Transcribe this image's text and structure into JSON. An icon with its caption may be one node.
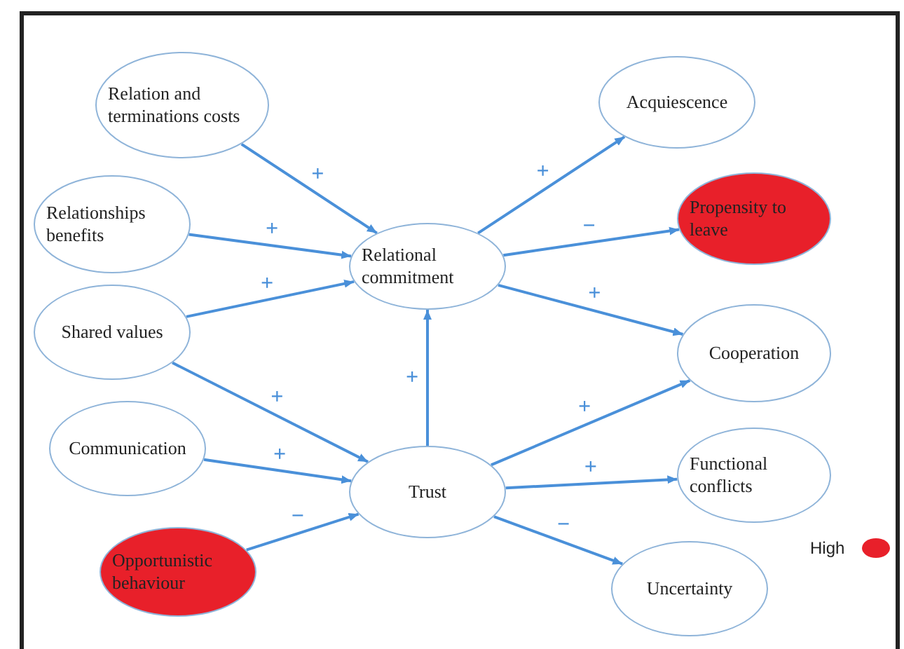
{
  "diagram": {
    "nodes": [
      {
        "text": [
          "Relation and terminations costs"
        ]
      },
      {
        "text": [
          "Relationships benefits"
        ]
      },
      {
        "text": [
          "Shared values"
        ]
      },
      {
        "text": [
          "Communication"
        ]
      },
      {
        "text": [
          "Opportunistic behaviour"
        ]
      },
      {
        "text": [
          "Relational commitment"
        ]
      },
      {
        "text": [
          "Trust"
        ]
      },
      {
        "text": [
          "Acquiescence"
        ]
      },
      {
        "text": [
          "Propensity to leave"
        ]
      },
      {
        "text": [
          "Cooperation"
        ]
      },
      {
        "text": [
          "Functional conflicts"
        ]
      },
      {
        "text": [
          "Uncertainty"
        ]
      }
    ],
    "edges": [
      {
        "from": 0,
        "to": 5,
        "arrow": "to",
        "label": "+"
      },
      {
        "from": 1,
        "to": 5,
        "arrow": "to",
        "label": "+"
      },
      {
        "from": 2,
        "to": 5,
        "arrow": "to",
        "label": "+"
      },
      {
        "from": 2,
        "to": 6,
        "arrow": "to",
        "label": "+"
      },
      {
        "from": 3,
        "to": 6,
        "arrow": "to",
        "label": "+"
      },
      {
        "from": 4,
        "to": 6,
        "arrow": "to",
        "label": "−"
      },
      {
        "from": 6,
        "to": 5,
        "arrow": "to",
        "label": "+"
      },
      {
        "from": 5,
        "to": 7,
        "arrow": "to",
        "label": "+"
      },
      {
        "from": 5,
        "to": 8,
        "arrow": "to",
        "label": "−"
      },
      {
        "from": 5,
        "to": 9,
        "arrow": "to",
        "label": "+"
      },
      {
        "from": 6,
        "to": 9,
        "arrow": "to",
        "label": "+"
      },
      {
        "from": 6,
        "to": 10,
        "arrow": "to",
        "label": "+"
      },
      {
        "from": 6,
        "to": 11,
        "arrow": "to",
        "label": "−"
      }
    ],
    "legend": [
      {
        "text": "High",
        "color": "#e8202a"
      }
    ]
  }
}
